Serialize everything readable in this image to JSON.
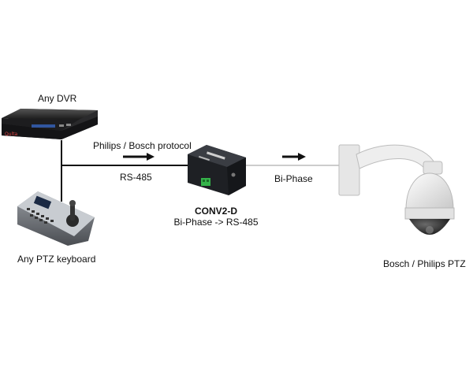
{
  "devices": {
    "dvr": {
      "label": "Any DVR",
      "brand": "Qulta"
    },
    "keyboard": {
      "label": "Any PTZ keyboard"
    },
    "converter": {
      "name": "CONV2-D",
      "description": "Bi-Phase -> RS-485"
    },
    "camera": {
      "label": "Bosch / Philips PTZ"
    }
  },
  "links": {
    "protocol": "Philips / Bosch protocol",
    "rs485": "RS-485",
    "biphase": "Bi-Phase"
  },
  "colors": {
    "line": "#111111",
    "biphase_line": "#9a9a9a",
    "dvr_body": "#1d1d1f",
    "converter_body": "#1e2024",
    "connector_green": "#35b34a",
    "camera_white": "#ededed"
  }
}
